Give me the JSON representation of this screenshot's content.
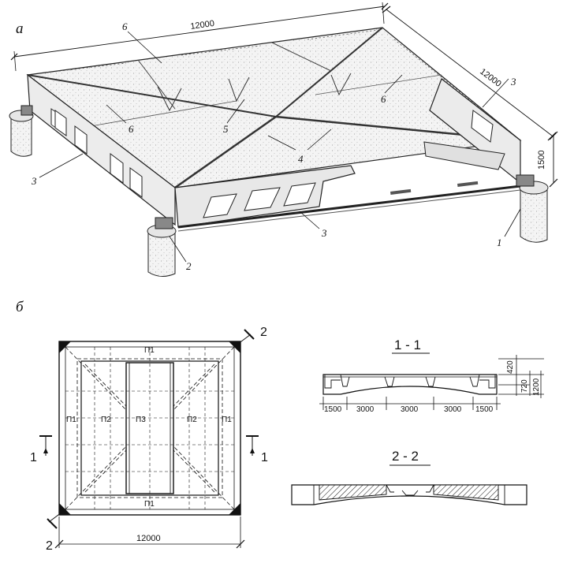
{
  "part_labels": {
    "part_a": "а",
    "part_b": "б"
  },
  "isometric": {
    "dim_length": "12000",
    "dim_width": "12000",
    "dim_height": "1500",
    "callouts": {
      "c6_top": "6",
      "c6_left": "6",
      "c6_right": "6",
      "c5": "5",
      "c4": "4",
      "c3_left": "3",
      "c3_right": "3",
      "c3_bottom": "3",
      "c2": "2",
      "c1": "1"
    }
  },
  "plan": {
    "panels": {
      "top": "П1",
      "bottom": "П1",
      "left": "П1",
      "right": "П1",
      "left_inner": "П2",
      "right_inner": "П2",
      "center": "П3"
    },
    "dim_bottom": "12000",
    "cut_1": "1",
    "cut_2": "2"
  },
  "section_1_1": {
    "title": "1 - 1",
    "dims_bottom": [
      "1500",
      "3000",
      "3000",
      "3000",
      "1500"
    ],
    "dims_right": [
      "420",
      "720",
      "1200"
    ]
  },
  "section_2_2": {
    "title": "2 - 2"
  }
}
